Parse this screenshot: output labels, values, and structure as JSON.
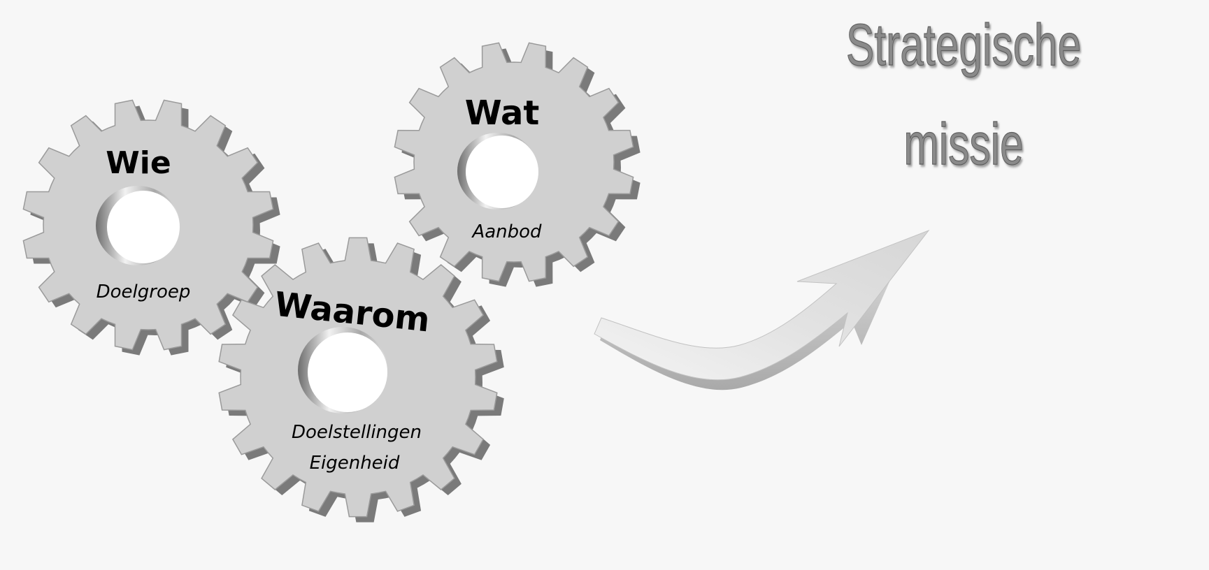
{
  "gears": {
    "wie": {
      "title": "Wie",
      "subtitle": "Doelgroep"
    },
    "wat": {
      "title": "Wat",
      "subtitle": "Aanbod"
    },
    "waarom": {
      "title": "Waarom",
      "subtitle_1": "Doelstellingen",
      "subtitle_2": "Eigenheid"
    }
  },
  "result": {
    "line_1": "Strategische",
    "line_2": "missie"
  },
  "colors": {
    "background": "#f7f7f7",
    "gear_face": "#d0d0d0",
    "gear_edge": "#888888",
    "gear_shadow": "#7a7a7a",
    "title_text": "#000000",
    "result_text": "#8a8a8a",
    "arrow": "#e4e4e4"
  }
}
